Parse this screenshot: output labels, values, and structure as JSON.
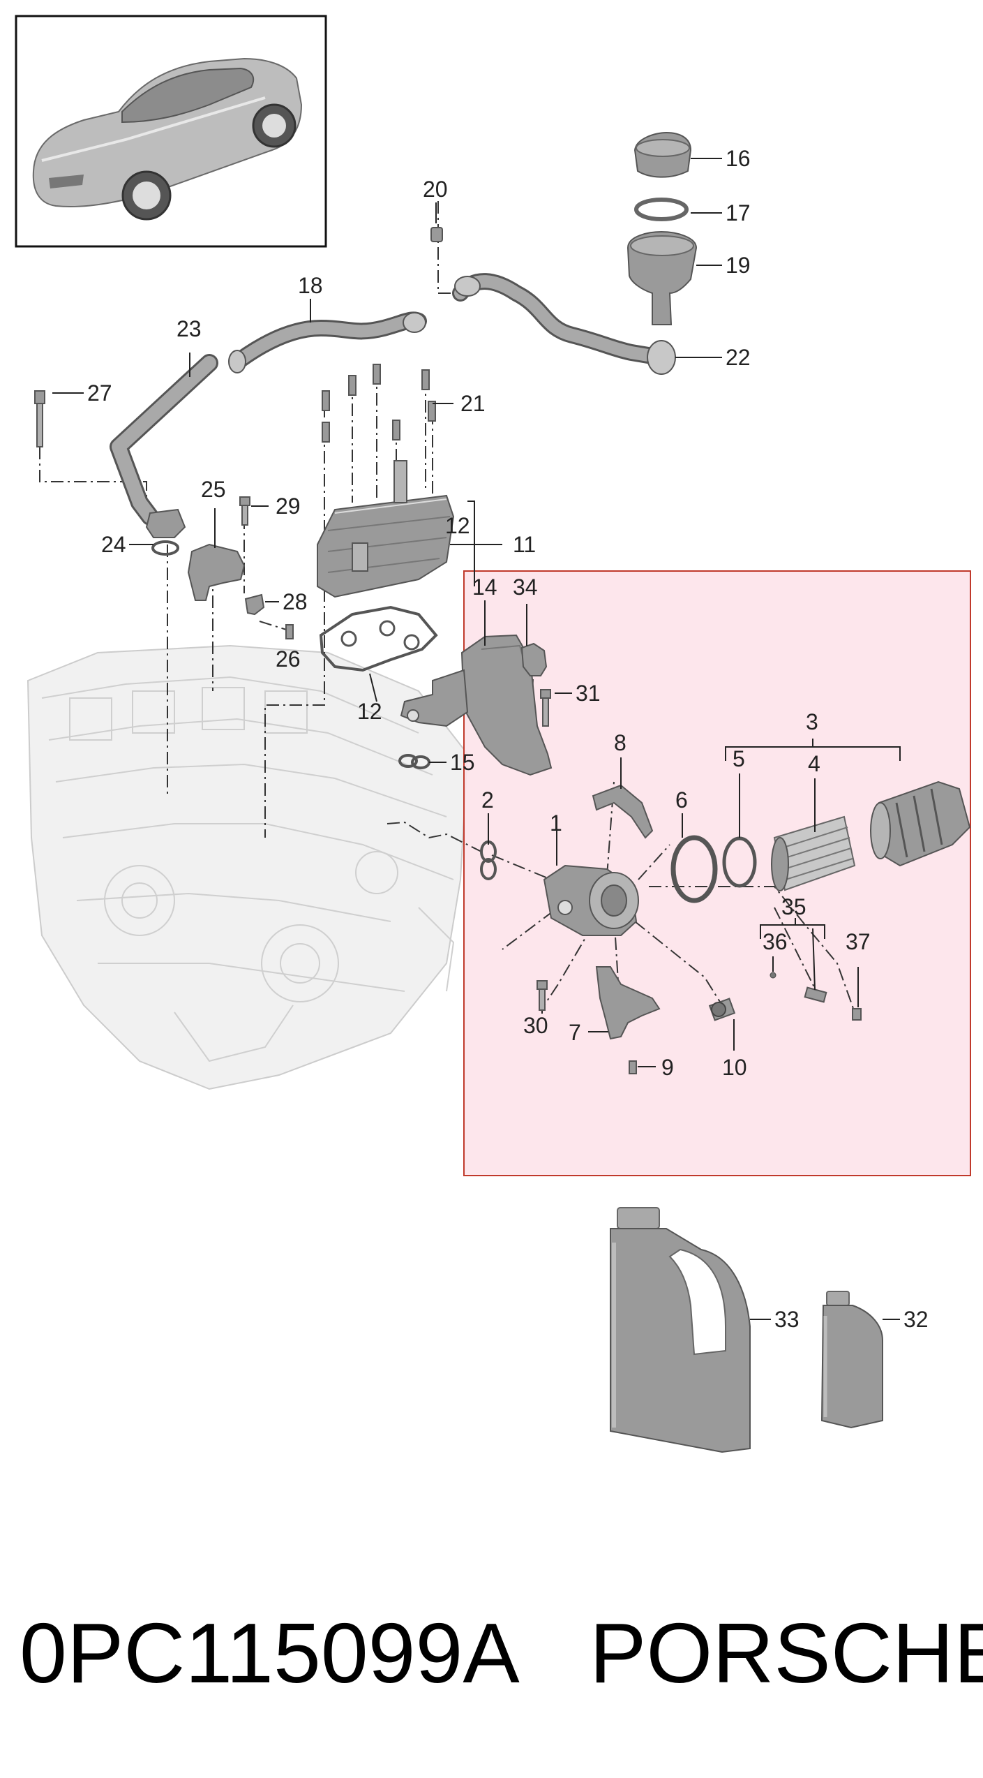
{
  "footer": {
    "part_number": "0PC115099A",
    "brand": "PORSCHE"
  },
  "callouts": {
    "c1": "1",
    "c2": "2",
    "c3": "3",
    "c4": "4",
    "c5": "5",
    "c6": "6",
    "c7": "7",
    "c8": "8",
    "c9": "9",
    "c10": "10",
    "c11": "11",
    "c12a": "12",
    "c12b": "12",
    "c14": "14",
    "c15": "15",
    "c16": "16",
    "c17": "17",
    "c18": "18",
    "c19": "19",
    "c20": "20",
    "c21": "21",
    "c22": "22",
    "c23": "23",
    "c24": "24",
    "c25": "25",
    "c26": "26",
    "c27": "27",
    "c28": "28",
    "c29": "29",
    "c30": "30",
    "c31": "31",
    "c32": "32",
    "c33": "33",
    "c34": "34",
    "c35": "35",
    "c36": "36",
    "c37": "37"
  },
  "colors": {
    "highlight_fill": "#fde3ea",
    "highlight_stroke": "#c0392b",
    "part_gray": "#9a9a9a"
  }
}
